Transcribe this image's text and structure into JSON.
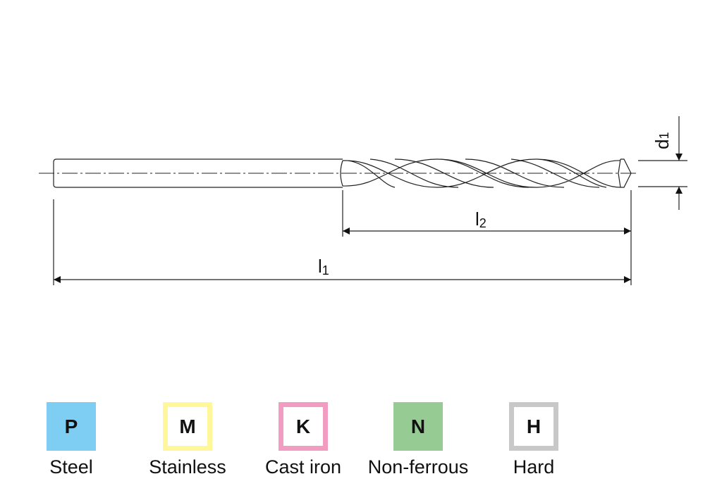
{
  "drawing": {
    "d1_label": "d",
    "d1_sub": "1",
    "l1_label": "l",
    "l1_sub": "1",
    "l2_label": "l",
    "l2_sub": "2"
  },
  "materials": [
    {
      "code": "P",
      "label": "Steel",
      "color": "#7ecef4",
      "filled": true
    },
    {
      "code": "M",
      "label": "Stainless",
      "color": "#fff799",
      "filled": false
    },
    {
      "code": "K",
      "label": "Cast iron",
      "color": "#f29cc2",
      "filled": false
    },
    {
      "code": "N",
      "label": "Non-ferrous",
      "color": "#96cb93",
      "filled": true
    },
    {
      "code": "H",
      "label": "Hard",
      "color": "#c8c8c8",
      "filled": false
    }
  ]
}
